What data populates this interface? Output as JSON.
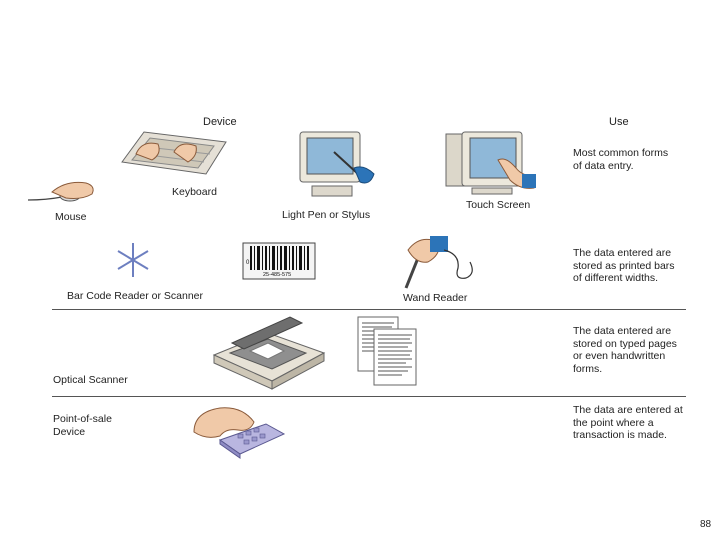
{
  "headers": {
    "device": "Device",
    "use": "Use"
  },
  "devices": {
    "mouse": "Mouse",
    "keyboard": "Keyboard",
    "light_pen": "Light Pen or Stylus",
    "touch_screen": "Touch Screen",
    "bar_code_reader": "Bar Code Reader or Scanner",
    "wand_reader": "Wand Reader",
    "optical_scanner": "Optical Scanner",
    "pos_line1": "Point-of-sale",
    "pos_line2": "Device"
  },
  "uses": {
    "row1": "Most common forms\nof data entry.",
    "row2": "The data entered are\nstored as printed bars\nof different widths.",
    "row3": "The data entered are\nstored on typed pages\nor even handwritten\nforms.",
    "row4": "The data are entered at\nthe point where a\ntransaction is made."
  },
  "barcode_digits": "25-485-575",
  "page_number": "88",
  "icons": [
    "mouse-icon",
    "keyboard-icon",
    "light-pen-monitor-icon",
    "touch-screen-monitor-icon",
    "scanner-beam-icon",
    "barcode-icon",
    "wand-reader-icon",
    "flatbed-scanner-icon",
    "document-pages-icon",
    "pos-device-icon"
  ]
}
